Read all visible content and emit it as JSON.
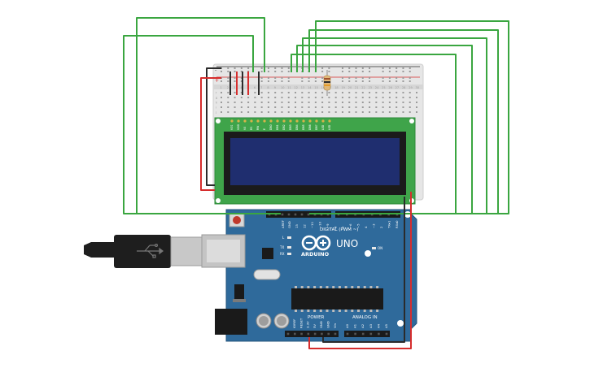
{
  "board": {
    "brand": "ARDUINO",
    "model": "UNO",
    "digital_label": "DIGITAL (PWM ~)",
    "analog_label": "ANALOG IN",
    "power_label": "POWER",
    "aref": "AREF",
    "gnd": "GND",
    "tx": "TX",
    "rx": "RX",
    "l_led": "L",
    "on_led": "ON",
    "power_pins": [
      "IOREF",
      "RESET",
      "3.3V",
      "5V",
      "GND",
      "GND",
      "Vin"
    ],
    "analog_pins": [
      "A0",
      "A1",
      "A2",
      "A3",
      "A4",
      "A5"
    ],
    "digital_pins": [
      "13",
      "12",
      "~11",
      "~10",
      "~9",
      "8",
      "7",
      "~6",
      "~5",
      "4",
      "~3",
      "2",
      "TX▸1",
      "RX◂0"
    ]
  },
  "lcd": {
    "pins": [
      "VSS",
      "VDD",
      "V0",
      "RS",
      "RW",
      "E",
      "DB0",
      "DB1",
      "DB2",
      "DB3",
      "DB4",
      "DB5",
      "DB6",
      "DB7",
      "LED",
      "LED"
    ]
  },
  "breadboard": {
    "rail_plus": "+",
    "rail_minus": "-",
    "row_letters_left": [
      "a",
      "b",
      "c",
      "d",
      "e",
      "f",
      "g",
      "h",
      "i",
      "j"
    ],
    "column_numbers": [
      "1",
      "2",
      "3",
      "4",
      "5",
      "6",
      "7",
      "8",
      "9",
      "10",
      "11",
      "12",
      "13",
      "14",
      "15",
      "16",
      "17",
      "18",
      "19",
      "20",
      "21",
      "22",
      "23",
      "24",
      "25",
      "26",
      "27",
      "28",
      "29",
      "30"
    ]
  },
  "colors": {
    "wire_green": "#3aa640",
    "wire_red": "#d62d2d",
    "wire_black": "#2b2b2b",
    "arduino_blue": "#2f6a9b",
    "lcd_pcb": "#3fa44a",
    "lcd_screen": "#1f2e6f",
    "breadboard": "#e4e4e4"
  }
}
